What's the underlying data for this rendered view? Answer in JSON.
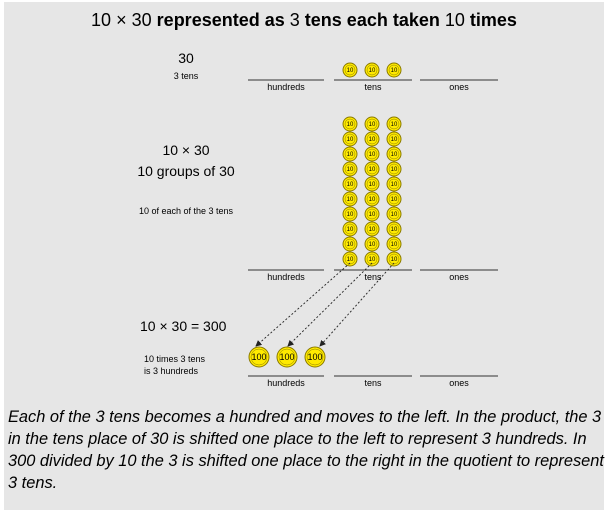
{
  "title": {
    "a": "10",
    "times_sign": "×",
    "b": "30",
    "phrase1": "represented as",
    "count": "3",
    "phrase2": "tens each taken",
    "reps": "10",
    "phrase3": "times"
  },
  "row1": {
    "number": "30",
    "desc": "3 tens",
    "disc_label": "10",
    "disc_count": 3
  },
  "row2": {
    "expr": "10 × 30",
    "groups": "10 groups of 30",
    "desc": "10 of each of the 3 tens",
    "disc_label": "10",
    "columns": 3,
    "rows": 10
  },
  "row3": {
    "expr": "10 × 30 = 300",
    "desc_line1": "10 times 3 tens",
    "desc_line2": "is 3 hundreds",
    "disc_label": "100",
    "disc_count": 3
  },
  "place_labels": [
    "hundreds",
    "tens",
    "ones"
  ],
  "colors": {
    "background": "#e6e6e6",
    "disc_fill": "#ffea00",
    "disc_stroke": "#8a7a00",
    "arrow": "#222222"
  },
  "caption": "Each of the 3 tens becomes a hundred and moves to the left. In the product, the 3 in the tens place of 30 is shifted one place to the left to represent 3 hundreds. In 300 divided by 10 the 3 is shifted one place to the right in the quotient to represent 3 tens."
}
